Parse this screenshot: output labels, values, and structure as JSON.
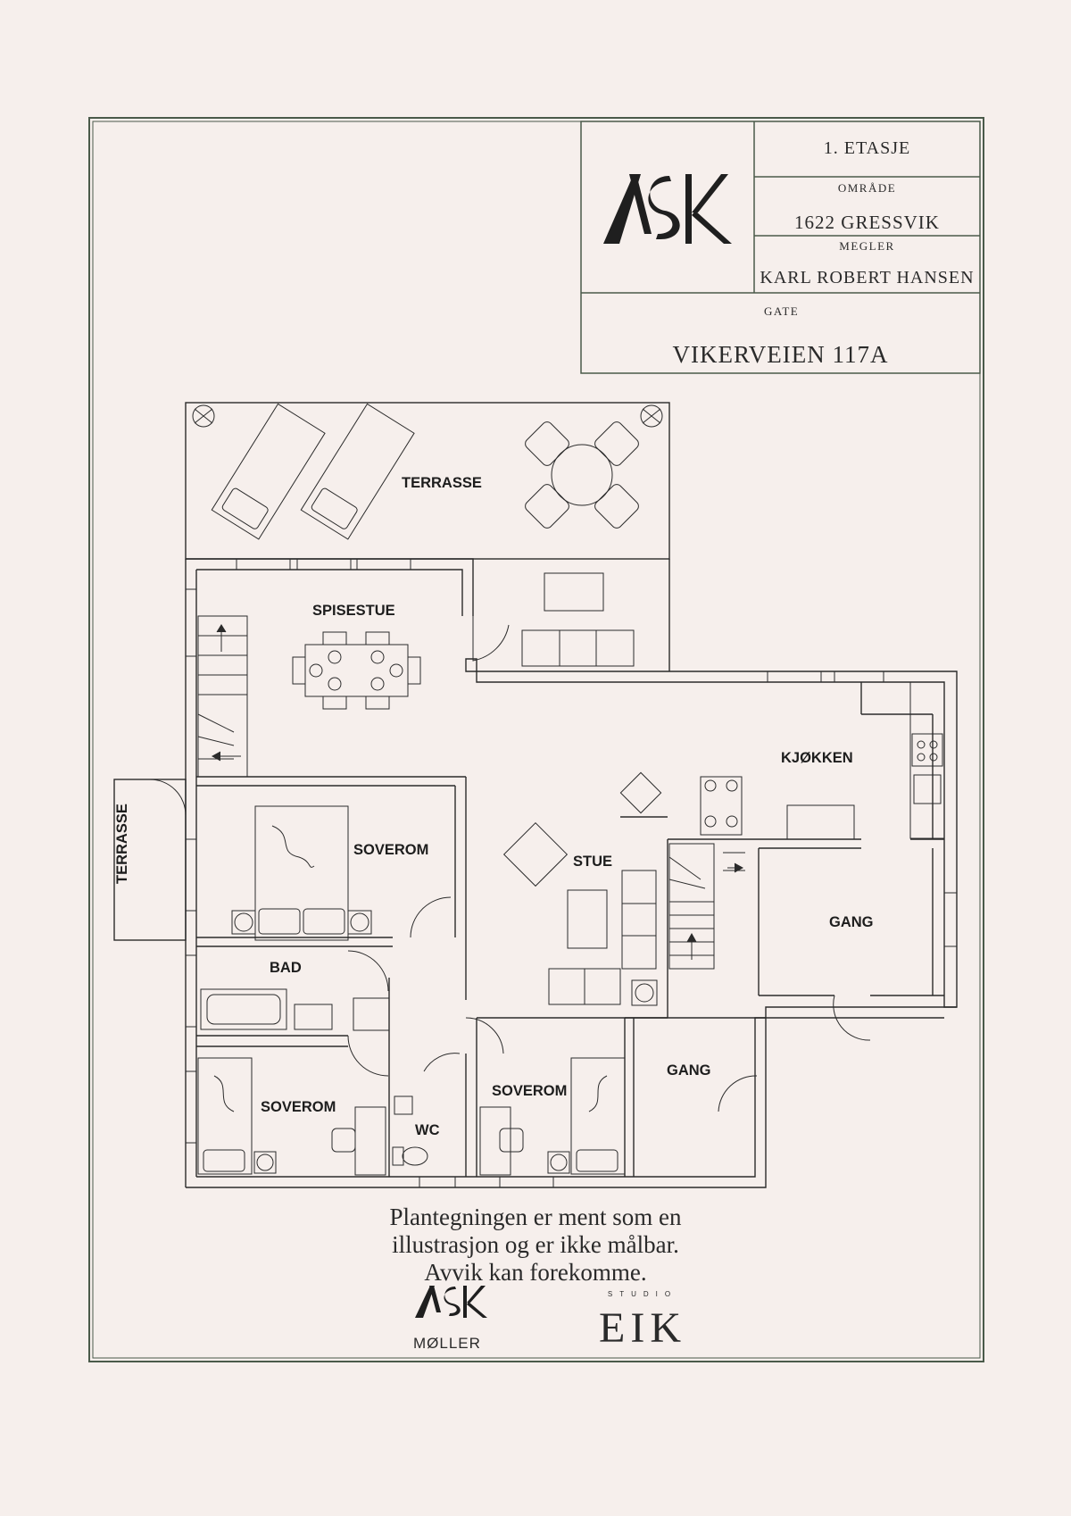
{
  "title_block": {
    "floor": "1. ETASJE",
    "area_label": "OMRÅDE",
    "area_value": "1622 GRESSVIK",
    "broker_label": "MEGLER",
    "broker_value": "KARL ROBERT HANSEN",
    "street_label": "GATE",
    "street_value": "VIKERVEIEN 117A",
    "logo_text": "ASK"
  },
  "rooms": {
    "terrasse_top": "TERRASSE",
    "spisestue": "SPISESTUE",
    "kjokken": "KJØKKEN",
    "terrasse_left": "TERRASSE",
    "soverom_1": "SOVEROM",
    "stue": "STUE",
    "gang_right": "GANG",
    "bad": "BAD",
    "gang_lower": "GANG",
    "soverom_2": "SOVEROM",
    "soverom_3": "SOVEROM",
    "wc": "WC"
  },
  "disclaimer": {
    "line1": "Plantegningen er ment som en",
    "line2": "illustrasjon og er ikke målbar.",
    "line3": "Avvik kan forekomme."
  },
  "footer": {
    "ask_logo": "ASK",
    "ask_sub": "MØLLER",
    "studio_label": "STUDIO",
    "studio_name": "EIK"
  },
  "colors": {
    "background": "#f6efec",
    "frame": "#4a5a4a",
    "walls": "#2b2b2b"
  }
}
